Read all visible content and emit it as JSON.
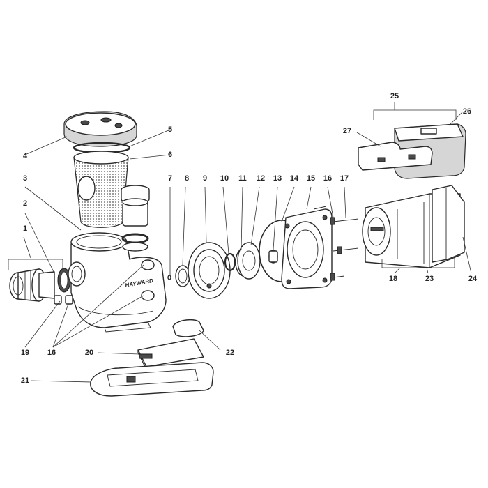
{
  "diagram": {
    "brand_text": "HAYWARD",
    "callouts": [
      {
        "id": "c1",
        "label": "1"
      },
      {
        "id": "c2",
        "label": "2"
      },
      {
        "id": "c3",
        "label": "3"
      },
      {
        "id": "c4",
        "label": "4"
      },
      {
        "id": "c5",
        "label": "5"
      },
      {
        "id": "c6",
        "label": "6"
      },
      {
        "id": "c7",
        "label": "7"
      },
      {
        "id": "c8",
        "label": "8"
      },
      {
        "id": "c9",
        "label": "9"
      },
      {
        "id": "c10",
        "label": "10"
      },
      {
        "id": "c11",
        "label": "11"
      },
      {
        "id": "c12",
        "label": "12"
      },
      {
        "id": "c13",
        "label": "13"
      },
      {
        "id": "c14",
        "label": "14"
      },
      {
        "id": "c15",
        "label": "15"
      },
      {
        "id": "c16a",
        "label": "16"
      },
      {
        "id": "c17",
        "label": "17"
      },
      {
        "id": "c18",
        "label": "18"
      },
      {
        "id": "c19",
        "label": "19"
      },
      {
        "id": "c16b",
        "label": "16"
      },
      {
        "id": "c20",
        "label": "20"
      },
      {
        "id": "c21",
        "label": "21"
      },
      {
        "id": "c22",
        "label": "22"
      },
      {
        "id": "c23",
        "label": "23"
      },
      {
        "id": "c24",
        "label": "24"
      },
      {
        "id": "c25",
        "label": "25"
      },
      {
        "id": "c26",
        "label": "26"
      },
      {
        "id": "c27",
        "label": "27"
      }
    ]
  }
}
